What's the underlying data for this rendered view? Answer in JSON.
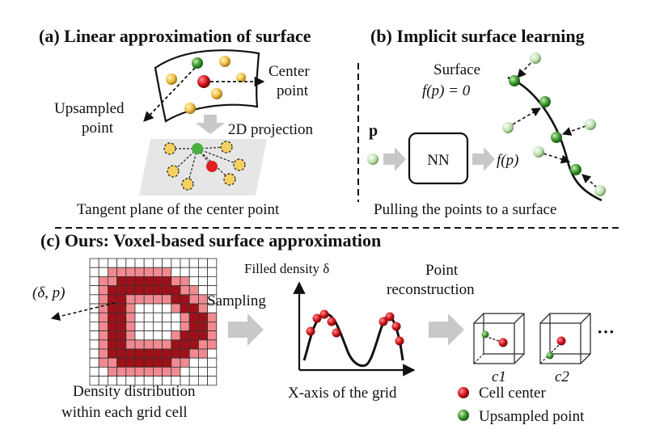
{
  "panel_a": {
    "title": "(a) Linear approximation of surface",
    "center_label_1": "Center",
    "center_label_2": "point",
    "upsampled_label_1": "Upsampled",
    "upsampled_label_2": "point",
    "projection_label": "2D projection",
    "caption": "Tangent plane of the center point"
  },
  "panel_b": {
    "title": "(b) Implicit surface learning",
    "surface_label": "Surface",
    "surface_eq": "f(p) = 0",
    "input_label": "p",
    "nn_label": "NN",
    "output_label": "f(p)",
    "caption": "Pulling the points to a surface"
  },
  "panel_c": {
    "title": "(c) Ours: Voxel-based surface approximation",
    "delta_p_label": "(δ, p)",
    "grid_caption_1": "Density distribution",
    "grid_caption_2": "within each grid cell",
    "sampling_label": "Sampling",
    "density_axis_label": "Filled density δ",
    "x_axis_label": "X-axis of the grid",
    "recon_label_1": "Point",
    "recon_label_2": "reconstruction",
    "cell1_label": "c1",
    "cell2_label": "c2",
    "ellipsis": "···",
    "legend_cell_center": "Cell center",
    "legend_upsampled": "Upsampled point"
  },
  "colors": {
    "dark_red": "#a01018",
    "light_red": "#f08a90",
    "red_point": "#d6141c",
    "green_point": "#3a9a30",
    "yellow_point": "#f0c040",
    "arrow_gray": "#c8c8c8"
  }
}
